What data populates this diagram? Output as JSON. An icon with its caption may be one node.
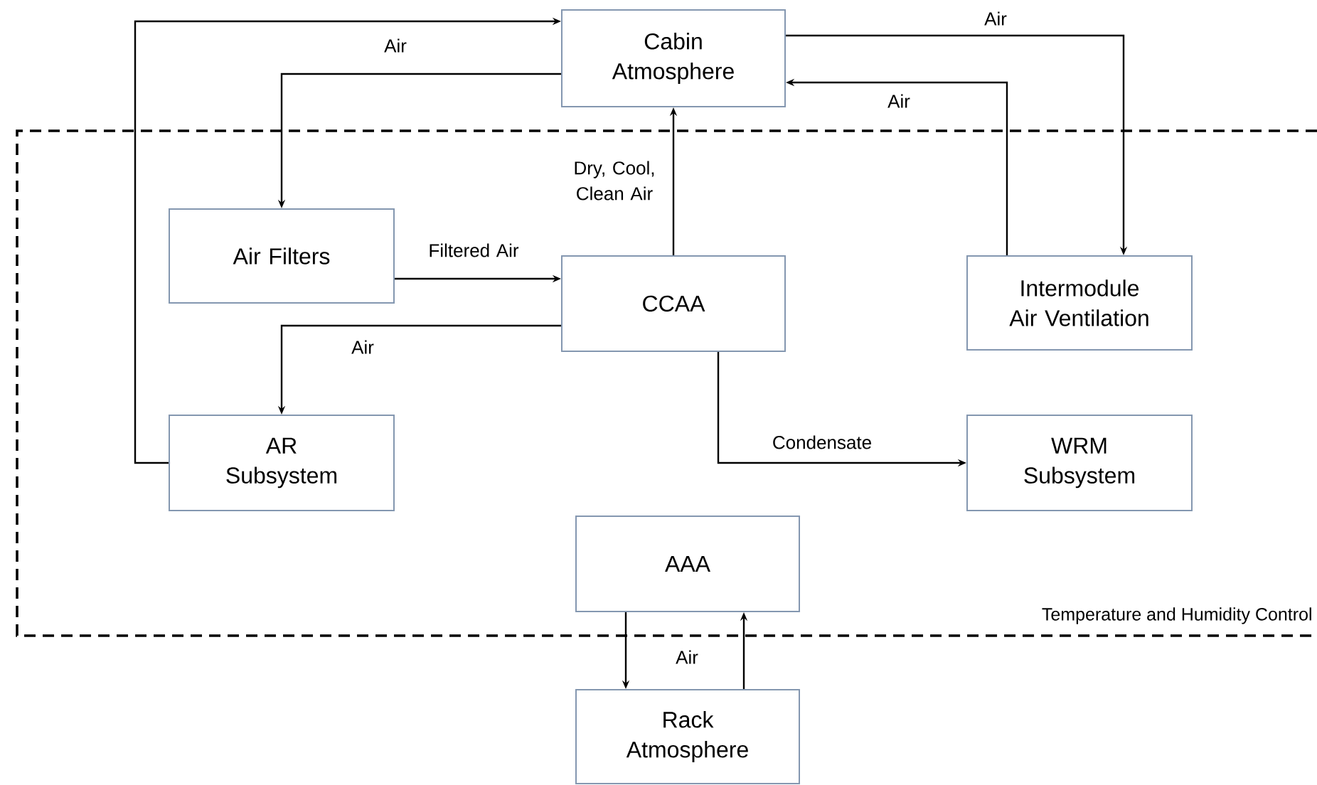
{
  "diagram": {
    "nodes": [
      {
        "text": [
          "Cabin Atmosphere"
        ]
      },
      {
        "text": [
          "Temperature and Humidity Control"
        ]
      },
      {
        "text": [
          "Air Filters"
        ],
        "in": 1
      },
      {
        "text": [
          "CCAA"
        ],
        "in": 1
      },
      {
        "text": [
          "Intermodule Air Ventilation"
        ],
        "in": 1
      },
      {
        "text": [
          "AR Subsystem"
        ],
        "in": 1
      },
      {
        "text": [
          "WRM Subsystem"
        ],
        "in": 1
      },
      {
        "text": [
          "AAA"
        ],
        "in": 1
      },
      {
        "text": [
          "Rack Atmosphere"
        ]
      }
    ],
    "edges": [
      {
        "from": 5,
        "to": 0,
        "arrow": "to"
      },
      {
        "from": 0,
        "to": 2,
        "arrow": "to",
        "label": "Air"
      },
      {
        "from": 0,
        "to": 4,
        "arrow": "to",
        "label": "Air"
      },
      {
        "from": 4,
        "to": 0,
        "arrow": "to",
        "label": "Air"
      },
      {
        "from": 2,
        "to": 3,
        "arrow": "to",
        "label": "Filtered Air"
      },
      {
        "from": 3,
        "to": 0,
        "arrow": "to",
        "label": "Dry, Cool, Clean Air"
      },
      {
        "from": 3,
        "to": 5,
        "arrow": "to",
        "label": "Air"
      },
      {
        "from": 3,
        "to": 6,
        "arrow": "to",
        "label": "Condensate"
      },
      {
        "from": 7,
        "to": 8,
        "arrow": "to",
        "label": "Air"
      },
      {
        "from": 8,
        "to": 7,
        "arrow": "to"
      }
    ]
  }
}
